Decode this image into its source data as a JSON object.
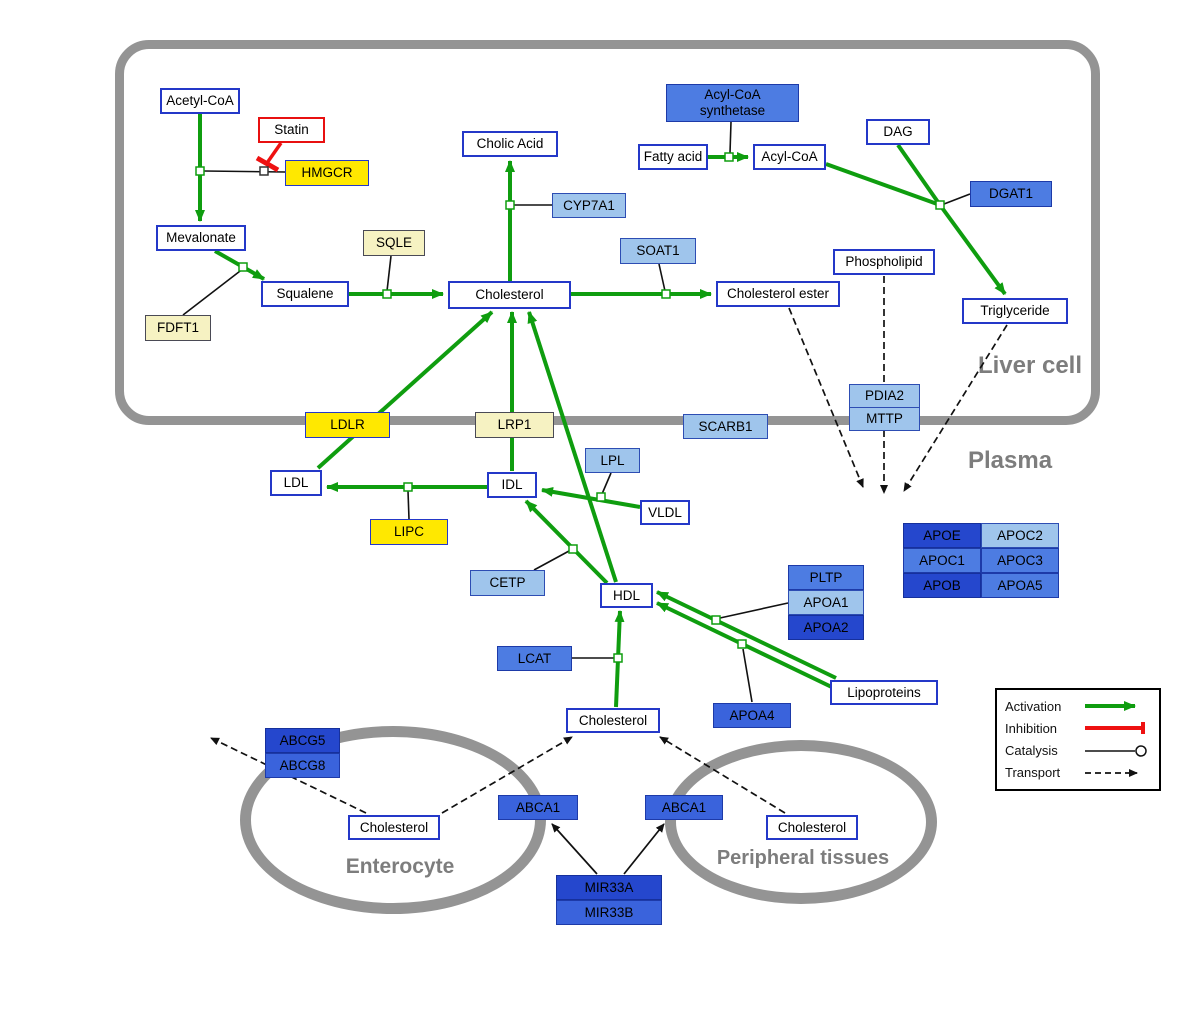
{
  "compartments": {
    "liver": "Liver cell",
    "plasma": "Plasma",
    "enterocyte": "Enterocyte",
    "peripheral": "Peripheral tissues"
  },
  "nodes": {
    "acetyl_coa": "Acetyl-CoA",
    "statin": "Statin",
    "hmgcr": "HMGCR",
    "mevalonate": "Mevalonate",
    "sqle": "SQLE",
    "fdft1": "FDFT1",
    "squalene": "Squalene",
    "cholic_acid": "Cholic Acid",
    "cyp7a1": "CYP7A1",
    "cholesterol_liver": "Cholesterol",
    "soat1": "SOAT1",
    "cholesterol_ester": "Cholesterol ester",
    "acyl_coa_synthetase": "Acyl-CoA\nsynthetase",
    "fatty_acid": "Fatty acid",
    "acyl_coa": "Acyl-CoA",
    "dag": "DAG",
    "dgat1": "DGAT1",
    "phospholipid": "Phospholipid",
    "triglyceride": "Triglyceride",
    "pdia2": "PDIA2",
    "mttp": "MTTP",
    "ldlr": "LDLR",
    "lrp1": "LRP1",
    "scarb1": "SCARB1",
    "ldl": "LDL",
    "idl": "IDL",
    "lpl": "LPL",
    "vldl": "VLDL",
    "lipc": "LIPC",
    "cetp": "CETP",
    "hdl": "HDL",
    "lcat": "LCAT",
    "pltp": "PLTP",
    "apoa1": "APOA1",
    "apoa2": "APOA2",
    "apoa4": "APOA4",
    "lipoproteins": "Lipoproteins",
    "cholesterol_plasma": "Cholesterol",
    "apoe": "APOE",
    "apoc2": "APOC2",
    "apoc1": "APOC1",
    "apoc3": "APOC3",
    "apob": "APOB",
    "apoa5": "APOA5",
    "abcg5": "ABCG5",
    "abcg8": "ABCG8",
    "cholesterol_enterocyte": "Cholesterol",
    "abca1_enterocyte": "ABCA1",
    "abca1_peripheral": "ABCA1",
    "cholesterol_peripheral": "Cholesterol",
    "mir33a": "MIR33A",
    "mir33b": "MIR33B"
  },
  "legend": {
    "activation": "Activation",
    "inhibition": "Inhibition",
    "catalysis": "Catalysis",
    "transport": "Transport"
  },
  "colors": {
    "activation_green": "#0f9d0f",
    "inhibition_red": "#ee1111",
    "metabolite_border_blue": "#2438c8",
    "enzyme_yellow": "#ffe800",
    "enzyme_pale_yellow": "#f6f2c2",
    "gene_light_blue": "#9fc5ec",
    "gene_medium_blue": "#4d7ce2",
    "gene_strong_blue": "#3a63dc",
    "gene_deep_blue": "#2547cd",
    "compartment_gray": "#949494"
  },
  "interactions": [
    {
      "from": "Acetyl-CoA",
      "to": "Mevalonate",
      "type": "activation",
      "catalyst": "HMGCR"
    },
    {
      "from": "Statin",
      "to": "HMGCR",
      "type": "inhibition"
    },
    {
      "from": "Mevalonate",
      "to": "Squalene",
      "type": "activation",
      "catalyst": "FDFT1"
    },
    {
      "from": "Squalene",
      "to": "Cholesterol",
      "type": "activation",
      "catalyst": "SQLE"
    },
    {
      "from": "Cholesterol",
      "to": "Cholic Acid",
      "type": "activation",
      "catalyst": "CYP7A1"
    },
    {
      "from": "Cholesterol",
      "to": "Cholesterol ester",
      "type": "activation",
      "catalyst": "SOAT1"
    },
    {
      "from": "Fatty acid",
      "to": "Acyl-CoA",
      "type": "activation",
      "catalyst": "Acyl-CoA synthetase"
    },
    {
      "from": "Acyl-CoA",
      "to": "Triglyceride",
      "type": "activation",
      "catalyst": "DGAT1"
    },
    {
      "from": "DAG",
      "to": "Triglyceride",
      "type": "activation",
      "catalyst": "DGAT1"
    },
    {
      "from": "LDL",
      "to": "Cholesterol",
      "type": "activation",
      "via": "LDLR"
    },
    {
      "from": "IDL",
      "to": "LDL",
      "type": "activation",
      "catalyst": "LIPC"
    },
    {
      "from": "VLDL",
      "to": "IDL",
      "type": "activation",
      "catalyst": "LPL"
    },
    {
      "from": "IDL",
      "to": "Cholesterol",
      "type": "activation",
      "via": "LRP1"
    },
    {
      "from": "HDL",
      "to": "IDL",
      "type": "activation",
      "catalyst": "CETP"
    },
    {
      "from": "HDL",
      "to": "Cholesterol",
      "type": "activation"
    },
    {
      "from": "Cholesterol (plasma)",
      "to": "HDL",
      "type": "activation",
      "catalyst": "LCAT"
    },
    {
      "from": "Lipoproteins",
      "to": "HDL",
      "type": "activation",
      "catalyst": "APOA1"
    },
    {
      "from": "Lipoproteins",
      "to": "HDL",
      "type": "activation",
      "catalyst": "APOA4"
    },
    {
      "from": "Cholesterol ester",
      "to": "Plasma",
      "type": "transport"
    },
    {
      "from": "Phospholipid",
      "to": "Plasma",
      "type": "transport",
      "via": "PDIA2 / MTTP"
    },
    {
      "from": "Triglyceride",
      "to": "Plasma",
      "type": "transport"
    },
    {
      "from": "Cholesterol (enterocyte)",
      "to": "out of enterocyte",
      "type": "transport",
      "via": "ABCG5 / ABCG8"
    },
    {
      "from": "Cholesterol (enterocyte)",
      "to": "Cholesterol (plasma)",
      "type": "transport",
      "via": "ABCA1"
    },
    {
      "from": "Cholesterol (peripheral tissues)",
      "to": "Cholesterol (plasma)",
      "type": "transport",
      "via": "ABCA1"
    },
    {
      "from": "MIR33A / MIR33B",
      "to": "ABCA1",
      "type": "regulation"
    }
  ]
}
